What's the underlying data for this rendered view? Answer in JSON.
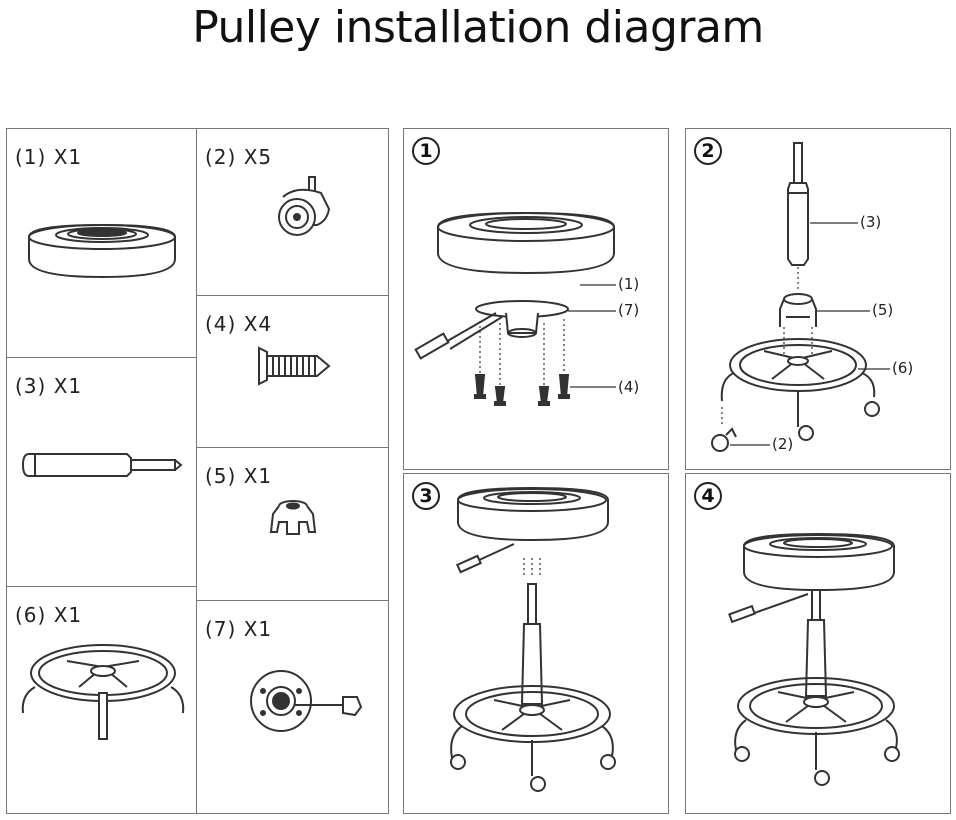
{
  "title": "Pulley installation diagram",
  "parts": [
    {
      "label": "(1) X1",
      "icon": "seat-cushion-icon"
    },
    {
      "label": "(2) X5",
      "icon": "caster-wheel-icon"
    },
    {
      "label": "(3) X1",
      "icon": "gas-cylinder-icon"
    },
    {
      "label": "(4) X4",
      "icon": "screw-icon"
    },
    {
      "label": "(5) X1",
      "icon": "cylinder-sleeve-icon"
    },
    {
      "label": "(6) X1",
      "icon": "base-footring-icon"
    },
    {
      "label": "(7) X1",
      "icon": "seat-plate-lever-icon"
    }
  ],
  "steps": [
    {
      "number": "1",
      "callouts": [
        "(1)",
        "(7)",
        "(4)"
      ]
    },
    {
      "number": "2",
      "callouts": [
        "(3)",
        "(5)",
        "(6)",
        "(2)"
      ]
    },
    {
      "number": "3",
      "callouts": []
    },
    {
      "number": "4",
      "callouts": []
    }
  ],
  "colors": {
    "line": "#333333",
    "border": "#777777",
    "fill": "#ffffff"
  }
}
